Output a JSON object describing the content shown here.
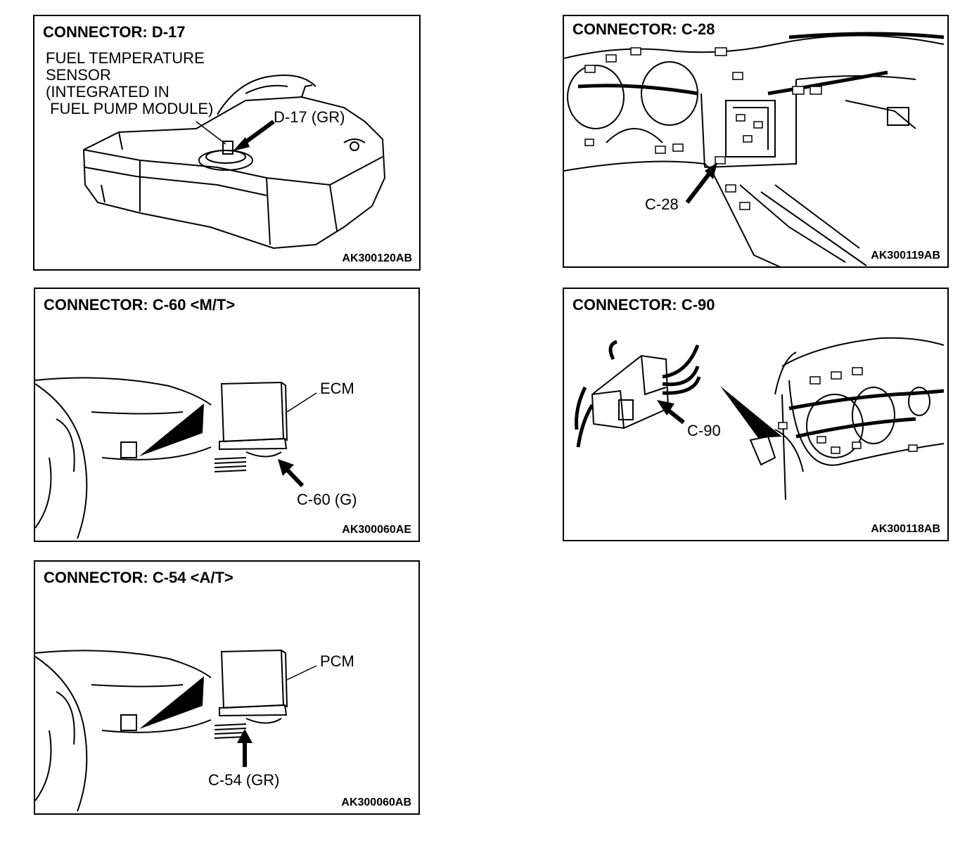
{
  "panels": {
    "d17": {
      "title": "CONNECTOR: D-17",
      "sensor_lines": [
        "FUEL TEMPERATURE",
        "SENSOR",
        "(INTEGRATED IN",
        " FUEL PUMP MODULE)"
      ],
      "connector_label": "D-17 (GR)",
      "figure_code": "AK300120AB"
    },
    "c28": {
      "title": "CONNECTOR: C-28",
      "connector_label": "C-28",
      "figure_code": "AK300119AB"
    },
    "c60": {
      "title": "CONNECTOR: C-60 <M/T>",
      "module_label": "ECM",
      "connector_label": "C-60 (G)",
      "figure_code": "AK300060AE"
    },
    "c90": {
      "title": "CONNECTOR: C-90",
      "connector_label": "C-90",
      "figure_code": "AK300118AB"
    },
    "c54": {
      "title": "CONNECTOR: C-54 <A/T>",
      "module_label": "PCM",
      "connector_label": "C-54 (GR)",
      "figure_code": "AK300060AB"
    }
  }
}
